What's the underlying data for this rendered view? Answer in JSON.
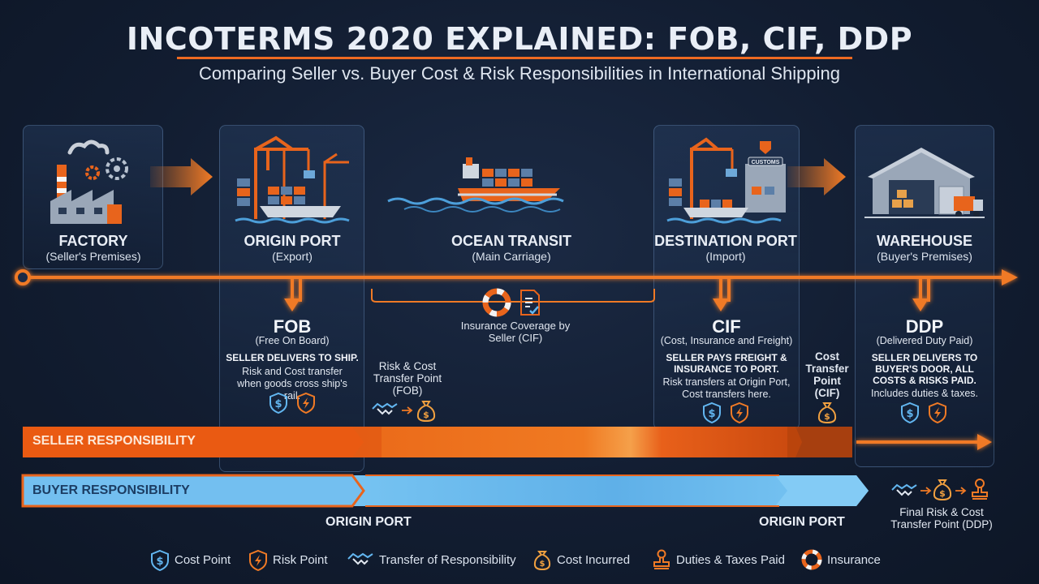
{
  "header": {
    "title": "INCOTERMS 2020 EXPLAINED: FOB, CIF, DDP",
    "subtitle": "Comparing Seller vs. Buyer Cost & Risk Responsibilities in International Shipping"
  },
  "stages": [
    {
      "name": "FACTORY",
      "sub": "(Seller's Premises)",
      "icon": "factory-icon"
    },
    {
      "name": "ORIGIN PORT",
      "sub": "(Export)",
      "icon": "port-crane-icon"
    },
    {
      "name": "OCEAN TRANSIT",
      "sub": "(Main Carriage)",
      "icon": "cargo-ship-icon"
    },
    {
      "name": "DESTINATION PORT",
      "sub": "(Import)",
      "icon": "customs-port-icon",
      "customs_sign": "CUSTOMS"
    },
    {
      "name": "WAREHOUSE",
      "sub": "(Buyer's Premises)",
      "icon": "warehouse-icon"
    }
  ],
  "terms": {
    "fob": {
      "title": "FOB",
      "full": "(Free On Board)",
      "headline": "SELLER DELIVERS TO SHIP.",
      "detail": "Risk and Cost transfer when goods cross ship's rail."
    },
    "cif": {
      "title": "CIF",
      "full": "(Cost, Insurance and Freight)",
      "headline": "SELLER PAYS FREIGHT & INSURANCE TO PORT.",
      "detail": "Risk transfers at Origin Port, Cost transfers here."
    },
    "ddp": {
      "title": "DDP",
      "full": "(Delivered Duty Paid)",
      "headline": "SELLER DELIVERS TO BUYER'S DOOR, ALL COSTS & RISKS PAID.",
      "detail": "Includes duties & taxes."
    }
  },
  "annotations": {
    "insurance": "Insurance Coverage by Seller (CIF)",
    "fob_transfer": "Risk & Cost Transfer Point (FOB)",
    "cif_transfer": "Cost Transfer Point (CIF)",
    "ddp_transfer": "Final Risk & Cost Transfer Point (DDP)"
  },
  "bands": {
    "seller": "SELLER RESPONSIBILITY",
    "buyer": "BUYER RESPONSIBILITY"
  },
  "port_labels": [
    "ORIGIN PORT",
    "ORIGIN PORT"
  ],
  "legend": [
    {
      "icon": "cost-point-icon",
      "label": "Cost Point"
    },
    {
      "icon": "risk-point-icon",
      "label": "Risk Point"
    },
    {
      "icon": "handshake-icon",
      "label": "Transfer of Responsibility"
    },
    {
      "icon": "money-bag-icon",
      "label": "Cost Incurred"
    },
    {
      "icon": "stamp-icon",
      "label": "Duties & Taxes Paid"
    },
    {
      "icon": "lifebuoy-icon",
      "label": "Insurance"
    }
  ],
  "colors": {
    "accent_orange": "#f07a25",
    "seller_band": "#e65a12",
    "buyer_band": "#6bbcec",
    "background": "#121d31",
    "cost_icon_blue": "#62b6f0"
  }
}
